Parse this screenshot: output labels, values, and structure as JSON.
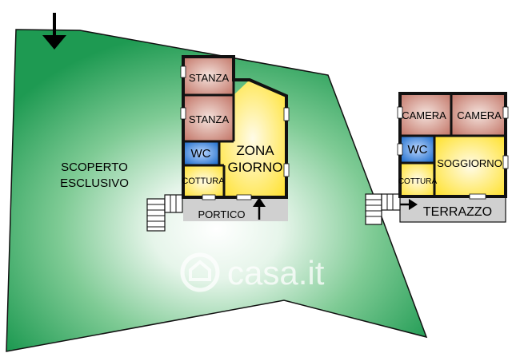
{
  "plan": {
    "garden_label_line1": "SCOPERTO",
    "garden_label_line2": "ESCLUSIVO",
    "building_a": {
      "room_top": "STANZA",
      "room_middle": "STANZA",
      "wc": "WC",
      "kitchen": "COTTURA",
      "living_line1": "ZONA",
      "living_line2": "GIORNO",
      "porch": "PORTICO"
    },
    "building_b": {
      "bedroom_left": "CAMERA",
      "bedroom_right": "CAMERA",
      "wc": "WC",
      "kitchen": "COTTURA",
      "living": "SOGGIORNO",
      "terrace": "TERRAZZO"
    }
  },
  "watermark": {
    "text": "casa.it"
  },
  "colors": {
    "garden_dark": "#1e9a52",
    "garden_light": "#ffffff",
    "room_red": "#c98478",
    "room_yellow": "#ffe43a",
    "room_blue": "#1e6fd0",
    "wall": "#111111",
    "porch": "#d0d0d0"
  }
}
